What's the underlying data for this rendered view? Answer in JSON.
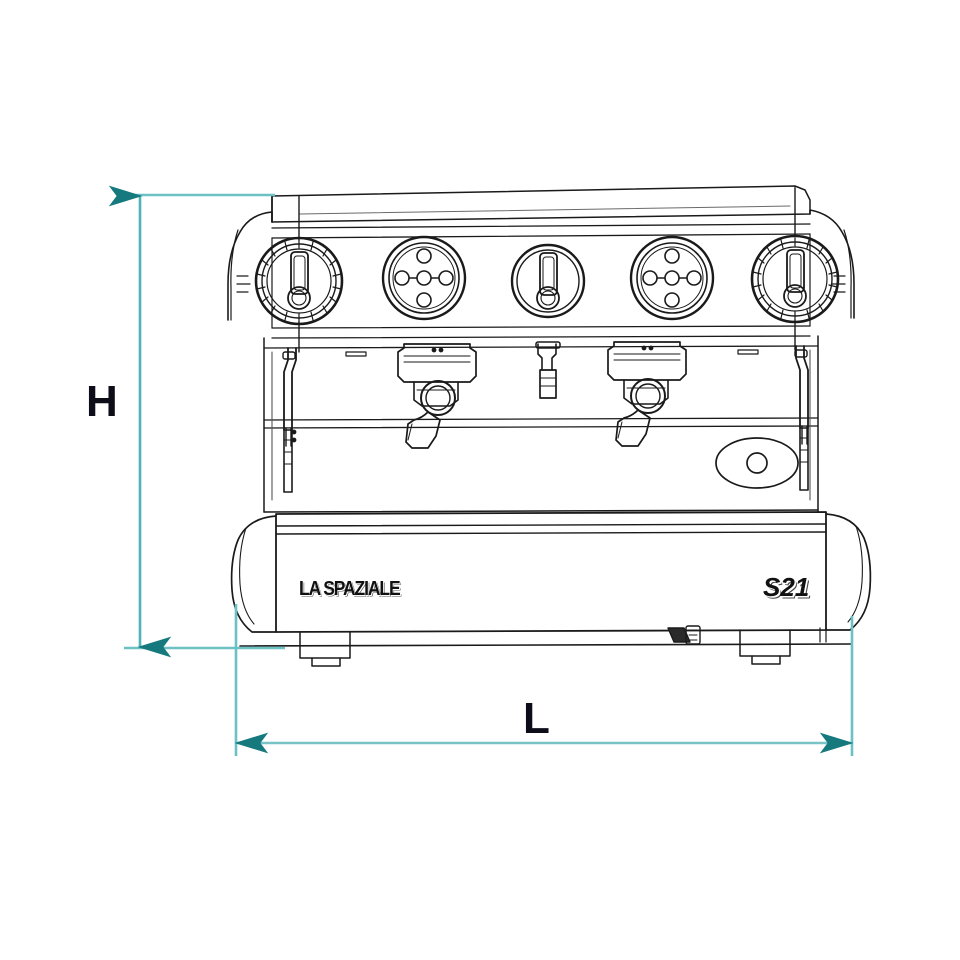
{
  "drawing": {
    "title": "Espresso machine front elevation dimension drawing",
    "subject": "two-group espresso coffee machine",
    "view": "front elevation",
    "line_color": "#1a1a1a",
    "background_color": "#ffffff"
  },
  "dimensions": {
    "accent_color": "#3aa8ad",
    "label_color": "#0d0d1a",
    "height": {
      "label": "H",
      "orientation": "vertical",
      "name": "height-dimension"
    },
    "length": {
      "label": "L",
      "orientation": "horizontal",
      "name": "length-dimension"
    }
  },
  "machine": {
    "brand_logo": "LA SPAZIALE",
    "model": "S21",
    "controls": {
      "left_knob": "steam-valve-knob",
      "left_keypad": "brew-button-pad",
      "pressure_gauge": "pressure-gauge",
      "right_keypad": "brew-button-pad",
      "right_knob": "steam-valve-knob"
    },
    "groups": [
      {
        "name": "group-head-left"
      },
      {
        "name": "group-head-right"
      }
    ],
    "wands": [
      {
        "name": "steam-wand-left"
      },
      {
        "name": "hot-water-wand-center"
      },
      {
        "name": "steam-wand-right"
      }
    ]
  }
}
